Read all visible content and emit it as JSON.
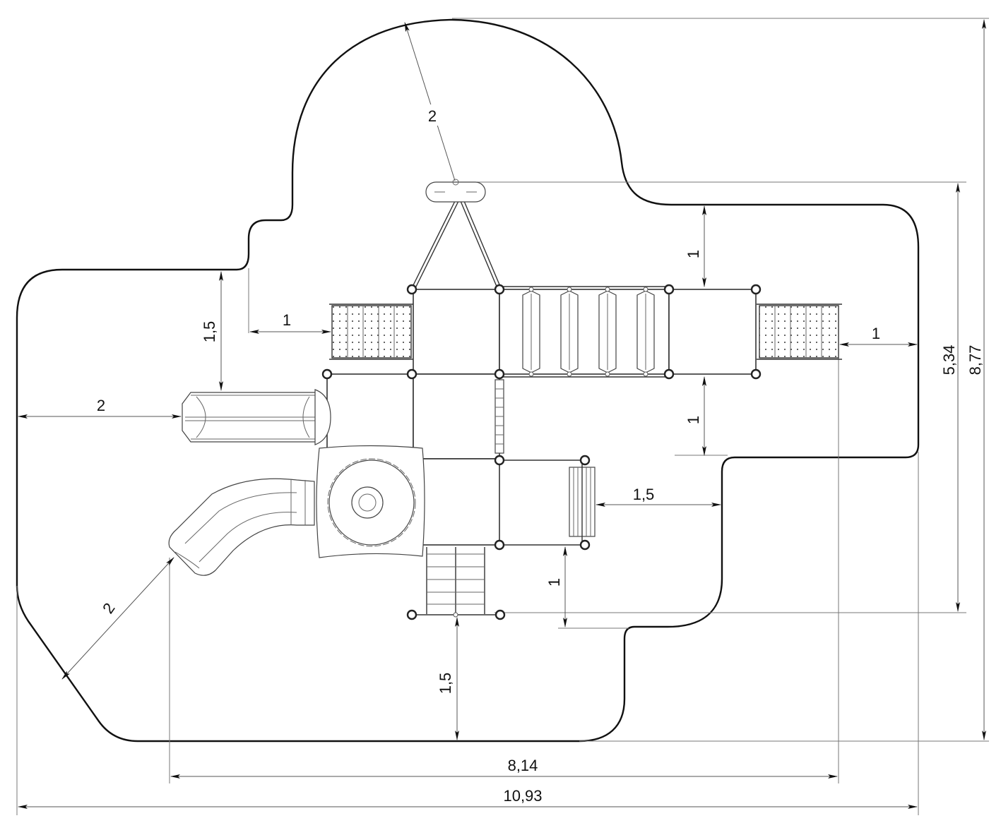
{
  "drawing": {
    "title": "Playground equipment layout with safety zone",
    "units": "m",
    "dimensions": {
      "overall_width": "10,93",
      "equipment_width": "8,14",
      "overall_depth": "8,77",
      "equipment_depth": "5,34",
      "spinner_radius": "2",
      "left_slide_clearance": "2",
      "corner_slide_radius": "2",
      "top_left_clearance_v": "1,5",
      "left_stairs_clearance": "1",
      "right_stairs_clearance": "1",
      "top_right_clearance": "1",
      "lower_right_clearance": "1",
      "ladder_clearance": "1,5",
      "steps_clearance": "1",
      "bottom_net_clearance": "1,5"
    },
    "components": [
      {
        "name": "spinner-seat"
      },
      {
        "name": "left-stairs"
      },
      {
        "name": "right-stairs"
      },
      {
        "name": "wobble-bridge",
        "planks": 4
      },
      {
        "name": "tube-slide"
      },
      {
        "name": "curved-slide"
      },
      {
        "name": "roof-panel-flower"
      },
      {
        "name": "climbing-net"
      },
      {
        "name": "step-ladder"
      },
      {
        "name": "fireman-pole-rung-ladder"
      }
    ]
  }
}
